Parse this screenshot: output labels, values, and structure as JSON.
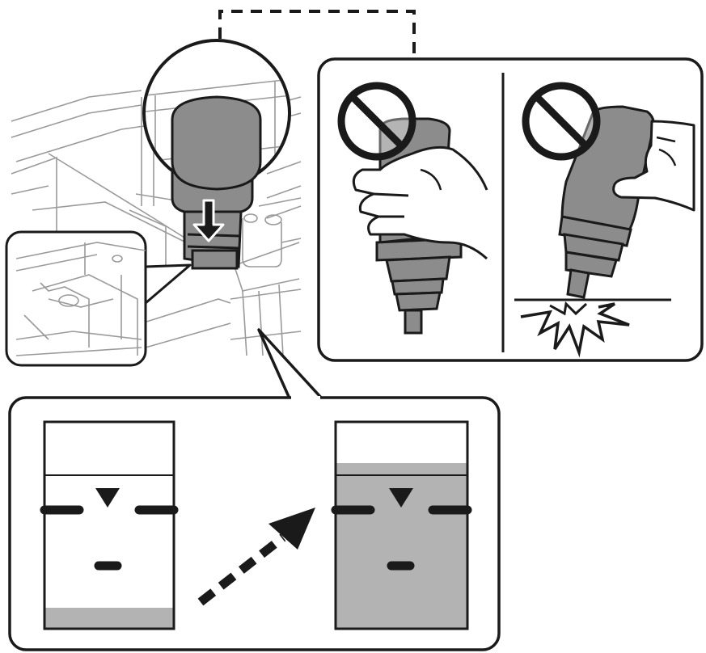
{
  "illustration": {
    "colors": {
      "line": "#1a1a1a",
      "ink": "#8c8c8c",
      "ink_light": "#b3b3b3",
      "frame": "#ffffff"
    },
    "printer_view": {
      "icons": [
        "down-arrow-icon",
        "magnifier-callout"
      ]
    },
    "prohibited_panel": {
      "icons": [
        "prohibited-icon",
        "prohibited-icon"
      ],
      "cases": [
        "squeeze-bottle",
        "drop-bottle"
      ]
    },
    "ink_level_panel": {
      "before_level_fraction": 0.1,
      "after_level_fraction": 0.8,
      "icons": [
        "upper-limit-marker-icon",
        "lower-limit-marker-icon",
        "dashed-arrow-icon"
      ]
    }
  }
}
